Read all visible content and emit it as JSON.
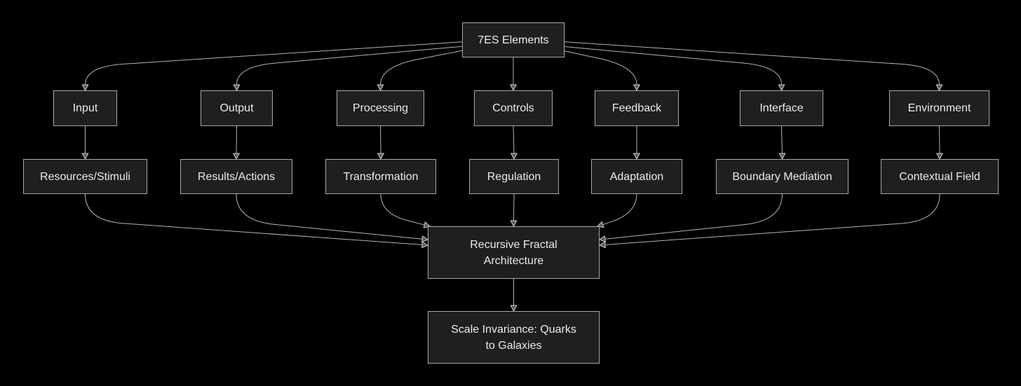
{
  "diagram": {
    "type": "flowchart",
    "direction": "top-down",
    "colors": {
      "background": "#000000",
      "node_fill": "#1f1f1f",
      "node_border": "#a9a9a9",
      "text": "#ebebeb",
      "edge": "#b3b3b3",
      "arrowhead_stroke": "#cfcfcf",
      "arrowhead_fill": "rgba(224,224,224,0.4)"
    },
    "nodes": [
      {
        "id": "root",
        "label": "7ES Elements"
      },
      {
        "id": "input",
        "label": "Input"
      },
      {
        "id": "output",
        "label": "Output"
      },
      {
        "id": "processing",
        "label": "Processing"
      },
      {
        "id": "controls",
        "label": "Controls"
      },
      {
        "id": "feedback",
        "label": "Feedback"
      },
      {
        "id": "interface",
        "label": "Interface"
      },
      {
        "id": "environment",
        "label": "Environment"
      },
      {
        "id": "resources",
        "label": "Resources/Stimuli"
      },
      {
        "id": "results",
        "label": "Results/Actions"
      },
      {
        "id": "transformation",
        "label": "Transformation"
      },
      {
        "id": "regulation",
        "label": "Regulation"
      },
      {
        "id": "adaptation",
        "label": "Adaptation"
      },
      {
        "id": "boundary",
        "label": "Boundary Mediation"
      },
      {
        "id": "contextual",
        "label": "Contextual Field"
      },
      {
        "id": "rfa",
        "label": "Recursive Fractal Architecture",
        "lines": [
          "Recursive Fractal",
          "Architecture"
        ]
      },
      {
        "id": "scale",
        "label": "Scale Invariance: Quarks to Galaxies",
        "lines": [
          "Scale Invariance: Quarks",
          "to Galaxies"
        ]
      }
    ],
    "edges": [
      {
        "from": "root",
        "to": "input"
      },
      {
        "from": "root",
        "to": "output"
      },
      {
        "from": "root",
        "to": "processing"
      },
      {
        "from": "root",
        "to": "controls"
      },
      {
        "from": "root",
        "to": "feedback"
      },
      {
        "from": "root",
        "to": "interface"
      },
      {
        "from": "root",
        "to": "environment"
      },
      {
        "from": "input",
        "to": "resources"
      },
      {
        "from": "output",
        "to": "results"
      },
      {
        "from": "processing",
        "to": "transformation"
      },
      {
        "from": "controls",
        "to": "regulation"
      },
      {
        "from": "feedback",
        "to": "adaptation"
      },
      {
        "from": "interface",
        "to": "boundary"
      },
      {
        "from": "environment",
        "to": "contextual"
      },
      {
        "from": "resources",
        "to": "rfa",
        "arrive": "left",
        "slot": 1
      },
      {
        "from": "results",
        "to": "rfa",
        "arrive": "left",
        "slot": 0
      },
      {
        "from": "transformation",
        "to": "rfa",
        "arrive": "corner-left"
      },
      {
        "from": "regulation",
        "to": "rfa"
      },
      {
        "from": "adaptation",
        "to": "rfa",
        "arrive": "corner-right"
      },
      {
        "from": "boundary",
        "to": "rfa",
        "arrive": "right",
        "slot": 0
      },
      {
        "from": "contextual",
        "to": "rfa",
        "arrive": "right",
        "slot": 1
      }
    ],
    "final_edge": {
      "from": "rfa",
      "to": "scale"
    }
  }
}
